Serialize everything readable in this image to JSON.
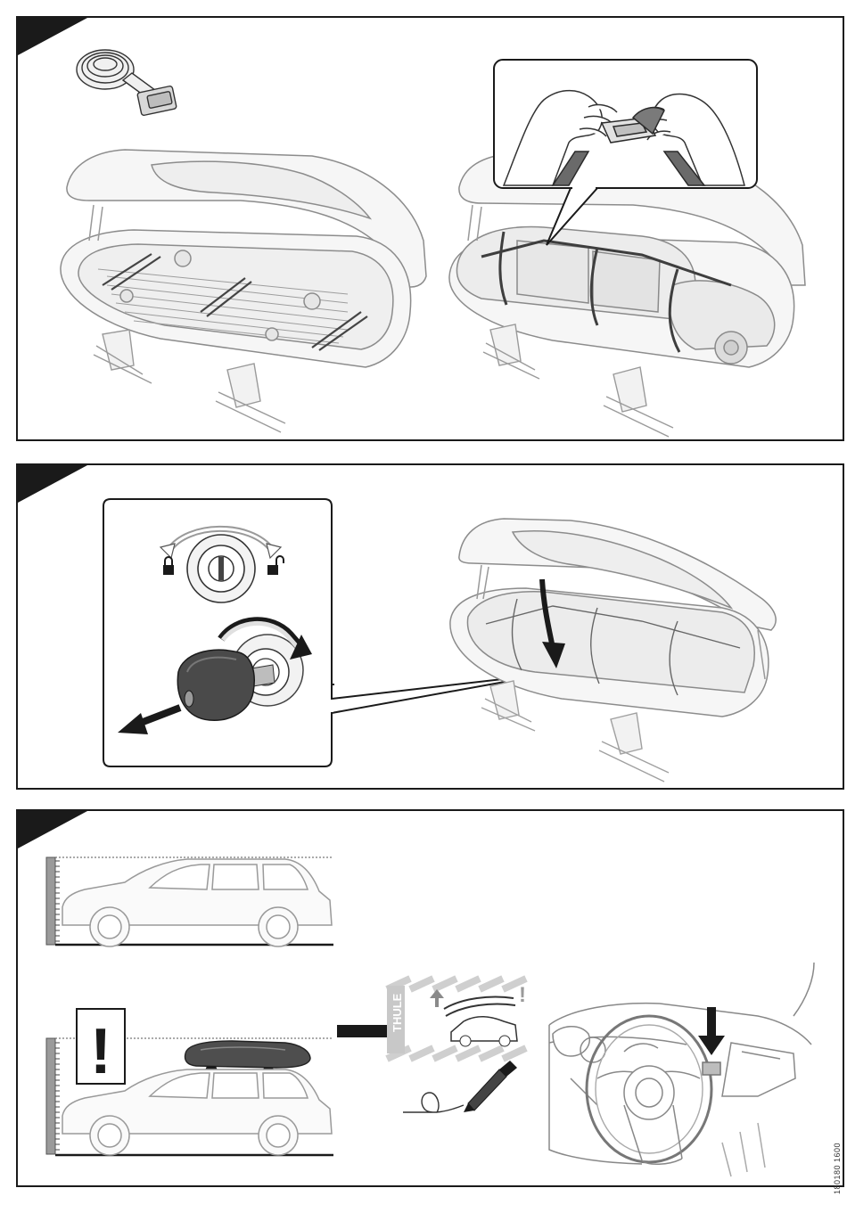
{
  "document": {
    "doc_number": "180180 1600",
    "sticker_brand": "THULE",
    "warning_symbol": "!",
    "sticker_warning_symbol": "!"
  },
  "panels": [
    {
      "name": "step-panel-strap-luggage",
      "icons": [
        "strap-roll-icon",
        "roof-box-open-icon",
        "luggage-strapped-icon",
        "hands-tightening-buckle-icon"
      ]
    },
    {
      "name": "step-panel-close-lock",
      "icons": [
        "lock-cylinder-icon",
        "key-turn-icon",
        "close-lid-arrow-icon"
      ]
    },
    {
      "name": "step-panel-height-warning",
      "icons": [
        "car-height-icon",
        "car-with-box-height-icon",
        "warning-sign-icon",
        "height-sticker-icon",
        "pen-icon",
        "dashboard-sticker-icon"
      ]
    }
  ],
  "colors": {
    "line": "#1a1a1a",
    "box_fill": "#f4f4f4",
    "box_stroke": "#9a9a9a",
    "luggage_fill": "#ededed",
    "strap": "#4a4a4a",
    "dark_fill": "#3a3a3a",
    "sticker_stripe": "#d0d0d0"
  }
}
